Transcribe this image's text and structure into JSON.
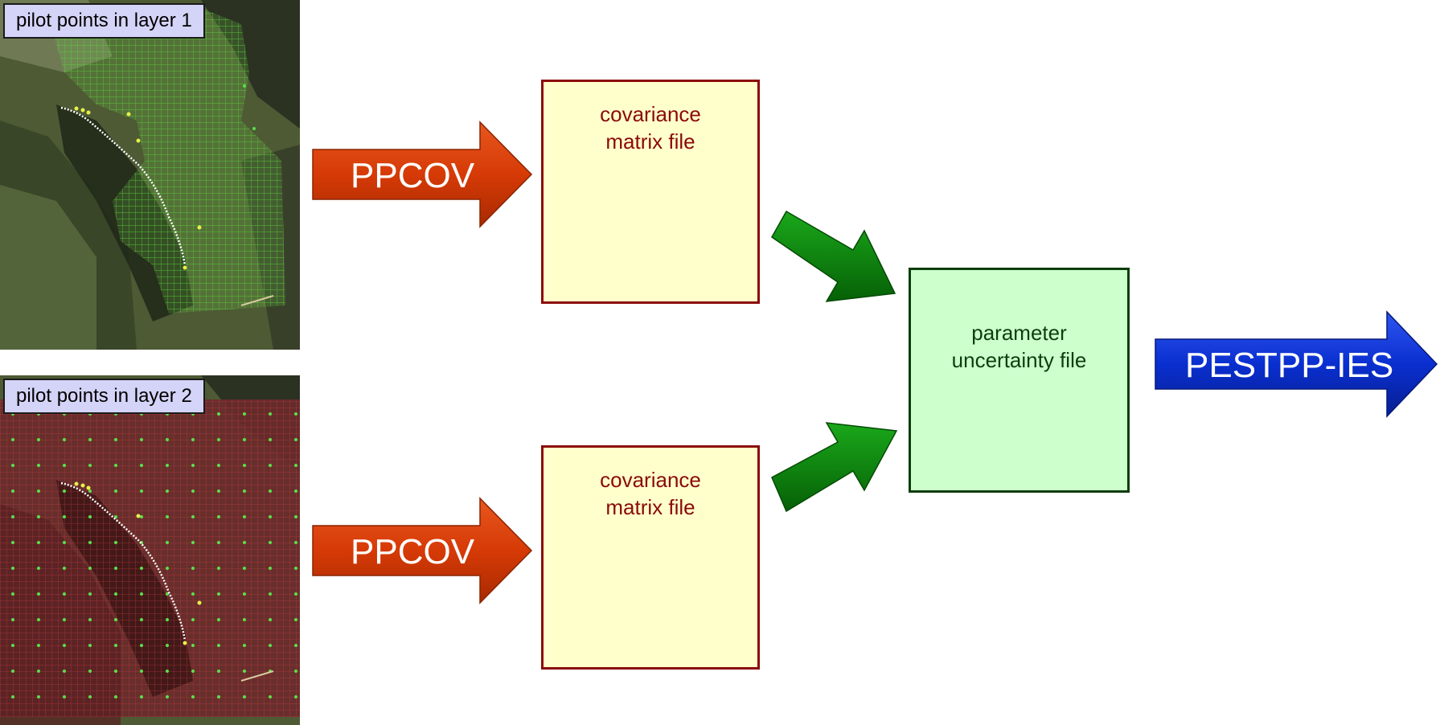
{
  "maps": [
    {
      "label": "pilot points in layer 1"
    },
    {
      "label": "pilot points in layer 2"
    }
  ],
  "arrows": {
    "ppcov_1": "PPCOV",
    "ppcov_2": "PPCOV",
    "pestpp": "PESTPP-IES"
  },
  "boxes": {
    "covariance_1": {
      "line1": "covariance",
      "line2": "matrix file"
    },
    "covariance_2": {
      "line1": "covariance",
      "line2": "matrix file"
    },
    "parameter": {
      "line1": "parameter",
      "line2": "uncertainty file"
    }
  },
  "colors": {
    "ppcov_arrow": "#d63a06",
    "pestpp_arrow": "#0a2fd0",
    "flow_arrow": "#078707",
    "cov_box_fill": "#ffffcc",
    "cov_box_border": "#8b0a0a",
    "param_box_fill": "#ccffcc",
    "param_box_border": "#0d3d0d",
    "label_fill": "#d4d4f8",
    "layer1_grid": "#4fc43a",
    "layer2_grid": "#d02a3a"
  }
}
